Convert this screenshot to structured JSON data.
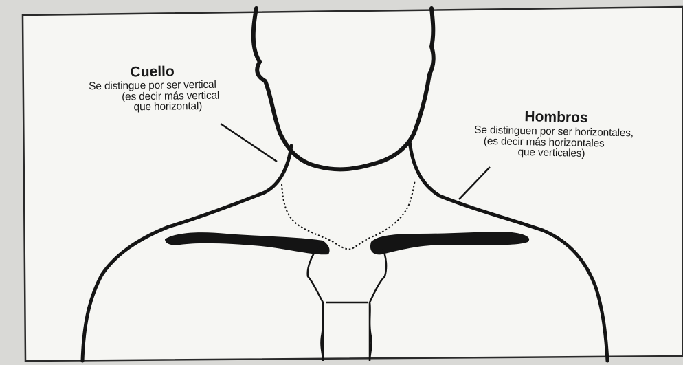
{
  "labels": {
    "cuello": {
      "title": "Cuello",
      "lines": [
        "Se distingue por ser vertical",
        "(es decir más vertical",
        "que horizontal)"
      ]
    },
    "hombros": {
      "title": "Hombros",
      "lines": [
        "Se distinguen por ser horizontales,",
        "(es decir más horizontales",
        "que verticales)"
      ]
    }
  },
  "colors": {
    "ink": "#141414",
    "paper": "#f6f6f3",
    "background": "#d9d9d6"
  }
}
